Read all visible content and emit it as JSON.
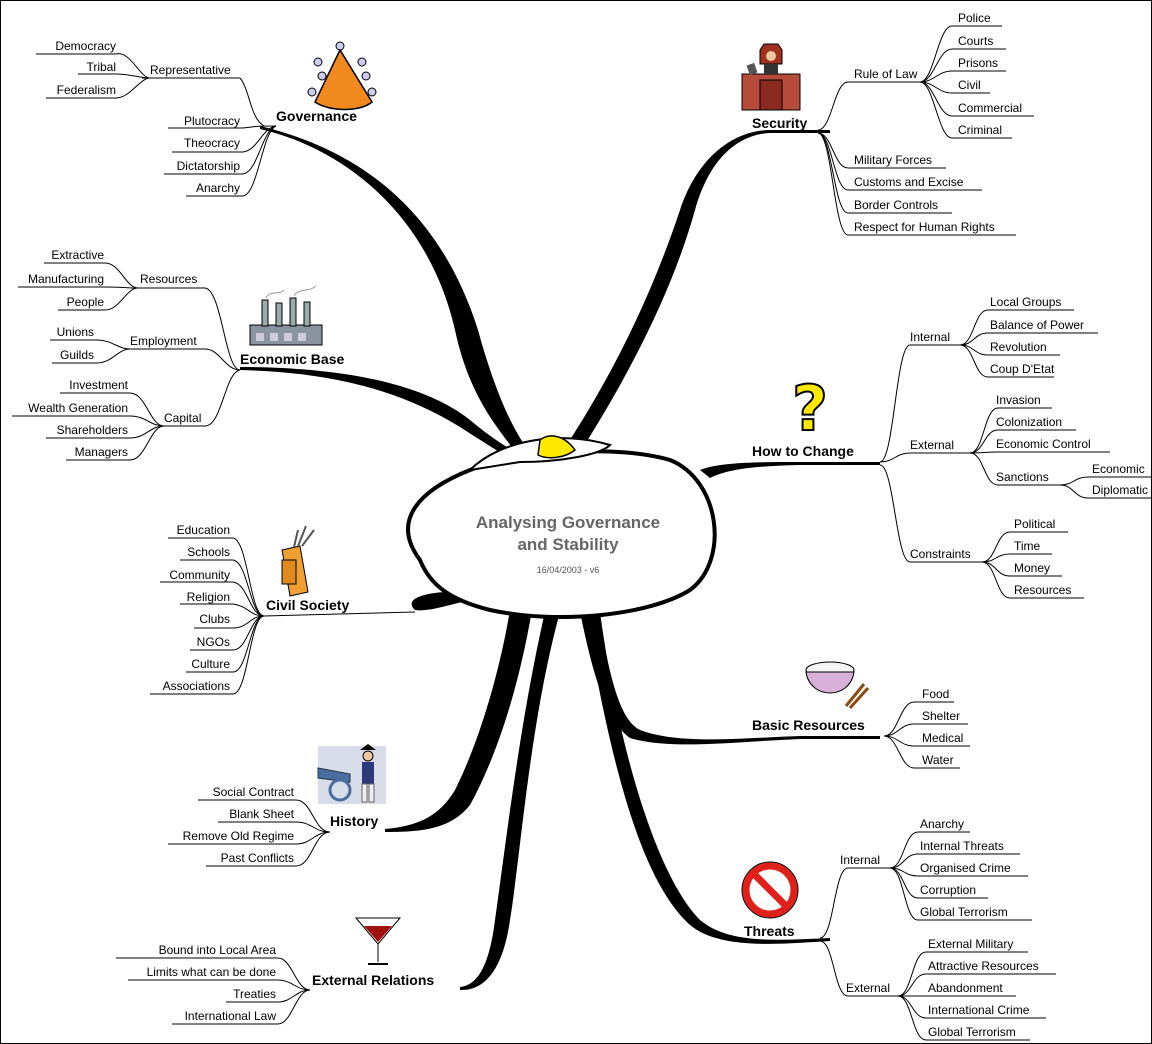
{
  "central": {
    "title_line1": "Analysing Governance",
    "title_line2": "and Stability",
    "subtitle": "16/04/2003 - v6"
  },
  "branches": {
    "governance": {
      "label": "Governance",
      "representative": "Representative",
      "rep_children": [
        "Democracy",
        "Tribal",
        "Federalism"
      ],
      "others": [
        "Plutocracy",
        "Theocracy",
        "Dictatorship",
        "Anarchy"
      ]
    },
    "economic": {
      "label": "Economic Base",
      "resources": "Resources",
      "resources_children": [
        "Extractive",
        "Manufacturing",
        "People"
      ],
      "employment": "Employment",
      "employment_children": [
        "Unions",
        "Guilds"
      ],
      "capital": "Capital",
      "capital_children": [
        "Investment",
        "Wealth Generation",
        "Shareholders",
        "Managers"
      ]
    },
    "civil": {
      "label": "Civil Society",
      "children": [
        "Education",
        "Schools",
        "Community",
        "Religion",
        "Clubs",
        "NGOs",
        "Culture",
        "Associations"
      ]
    },
    "history": {
      "label": "History",
      "children": [
        "Social Contract",
        "Blank Sheet",
        "Remove Old Regime",
        "Past Conflicts"
      ]
    },
    "external_relations": {
      "label": "External Relations",
      "children": [
        "Bound into Local Area",
        "Limits what can be done",
        "Treaties",
        "International Law"
      ]
    },
    "security": {
      "label": "Security",
      "rule_of_law": "Rule of Law",
      "rule_children": [
        "Police",
        "Courts",
        "Prisons",
        "Civil",
        "Commercial",
        "Criminal"
      ],
      "others": [
        "Military Forces",
        "Customs and Excise",
        "Border Controls",
        "Respect for Human Rights"
      ]
    },
    "change": {
      "label": "How to Change",
      "internal": "Internal",
      "internal_children": [
        "Local Groups",
        "Balance of Power",
        "Revolution",
        "Coup D'Etat"
      ],
      "external": "External",
      "external_children": [
        "Invasion",
        "Colonization",
        "Economic Control"
      ],
      "sanctions": "Sanctions",
      "sanctions_children": [
        "Economic",
        "Diplomatic"
      ],
      "constraints": "Constraints",
      "constraints_children": [
        "Political",
        "Time",
        "Money",
        "Resources"
      ]
    },
    "basic": {
      "label": "Basic Resources",
      "children": [
        "Food",
        "Shelter",
        "Medical",
        "Water"
      ]
    },
    "threats": {
      "label": "Threats",
      "internal": "Internal",
      "internal_children": [
        "Anarchy",
        "Internal Threats",
        "Organised Crime",
        "Corruption",
        "Global Terrorism"
      ],
      "external": "External",
      "external_children": [
        "External Military",
        "Attractive Resources",
        "Abandonment",
        "International Crime",
        "Global Terrorism"
      ]
    }
  },
  "icons": [
    "meeting-table-icon",
    "factory-icon",
    "golf-bag-icon",
    "soldier-cannon-icon",
    "cocktail-glass-icon",
    "judge-icon",
    "question-mark-icon",
    "rice-bowl-icon",
    "prohibited-sign-icon",
    "money-bag-icon"
  ],
  "colors": {
    "line": "#000000",
    "title": "#666666",
    "question": "#ffe800",
    "prohibit": "#e0201a",
    "table": "#f08a1e"
  }
}
